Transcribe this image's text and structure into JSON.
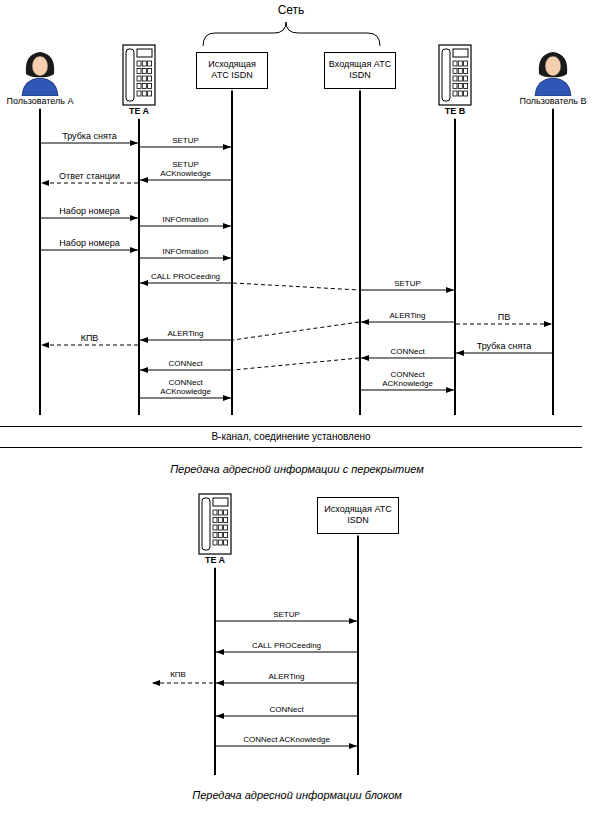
{
  "diagram": {
    "nodes": [
      {
        "text": [
          "Пользователь А"
        ]
      },
      {
        "text": [
          "TE A"
        ]
      },
      {
        "text": [
          "Исходящая АТС ISDN"
        ]
      },
      {
        "text": [
          "Входящая АТС ISDN"
        ]
      },
      {
        "text": [
          "TE B"
        ]
      },
      {
        "text": [
          "Пользователь В"
        ]
      },
      {
        "text": [
          "В-канал, соединение установлено"
        ]
      },
      {
        "text": [
          "TE A"
        ]
      },
      {
        "text": [
          "Исходящая АТС ISDN"
        ]
      }
    ],
    "edges": [
      {
        "from": 0,
        "to": 1,
        "arrow": "to",
        "label": "Трубка снята"
      },
      {
        "from": 1,
        "to": 2,
        "arrow": "to",
        "label": "SETUP"
      },
      {
        "from": 2,
        "to": 1,
        "arrow": "to",
        "label": "SETUP ACKnowledge"
      },
      {
        "from": 1,
        "to": 0,
        "arrow": "to",
        "label": "Ответ станции"
      },
      {
        "from": 0,
        "to": 1,
        "arrow": "to",
        "label": "Набор номера"
      },
      {
        "from": 1,
        "to": 2,
        "arrow": "to",
        "label": "INFOrmation"
      },
      {
        "from": 0,
        "to": 1,
        "arrow": "to",
        "label": "Набор номера"
      },
      {
        "from": 1,
        "to": 2,
        "arrow": "to",
        "label": "INFOrmation"
      },
      {
        "from": 2,
        "to": 1,
        "arrow": "to",
        "label": "CALL PROCeeding"
      },
      {
        "from": 2,
        "to": 3,
        "arrow": "none"
      },
      {
        "from": 3,
        "to": 4,
        "arrow": "to",
        "label": "SETUP"
      },
      {
        "from": 4,
        "to": 3,
        "arrow": "to",
        "label": "ALERTing"
      },
      {
        "from": 4,
        "to": 5,
        "arrow": "to",
        "label": "ПВ"
      },
      {
        "from": 3,
        "to": 2,
        "arrow": "none"
      },
      {
        "from": 2,
        "to": 1,
        "arrow": "to",
        "label": "ALERTing"
      },
      {
        "from": 1,
        "to": 0,
        "arrow": "to",
        "label": "КПВ"
      },
      {
        "from": 5,
        "to": 4,
        "arrow": "to",
        "label": "Трубка снята"
      },
      {
        "from": 4,
        "to": 3,
        "arrow": "to",
        "label": "CONNect"
      },
      {
        "from": 3,
        "to": 2,
        "arrow": "none"
      },
      {
        "from": 2,
        "to": 1,
        "arrow": "to",
        "label": "CONNect"
      },
      {
        "from": 3,
        "to": 4,
        "arrow": "to",
        "label": "CONNect ACKnowledge"
      },
      {
        "from": 1,
        "to": 2,
        "arrow": "to",
        "label": "CONNect ACKnowledge"
      },
      {
        "from": 7,
        "to": 8,
        "arrow": "to",
        "label": "SETUP"
      },
      {
        "from": 8,
        "to": 7,
        "arrow": "to",
        "label": "CALL PROCeeding"
      },
      {
        "from": 8,
        "to": 7,
        "arrow": "to",
        "label": "ALERTing"
      },
      {
        "from": 8,
        "to": 7,
        "arrow": "to",
        "label": "CONNect"
      },
      {
        "from": 7,
        "to": 8,
        "arrow": "to",
        "label": "CONNect ACKnowledge"
      }
    ],
    "labels": [
      "Сеть",
      "Передача адресной информации с перекрытием",
      "КПВ",
      "Передача адресной информации блоком"
    ]
  }
}
